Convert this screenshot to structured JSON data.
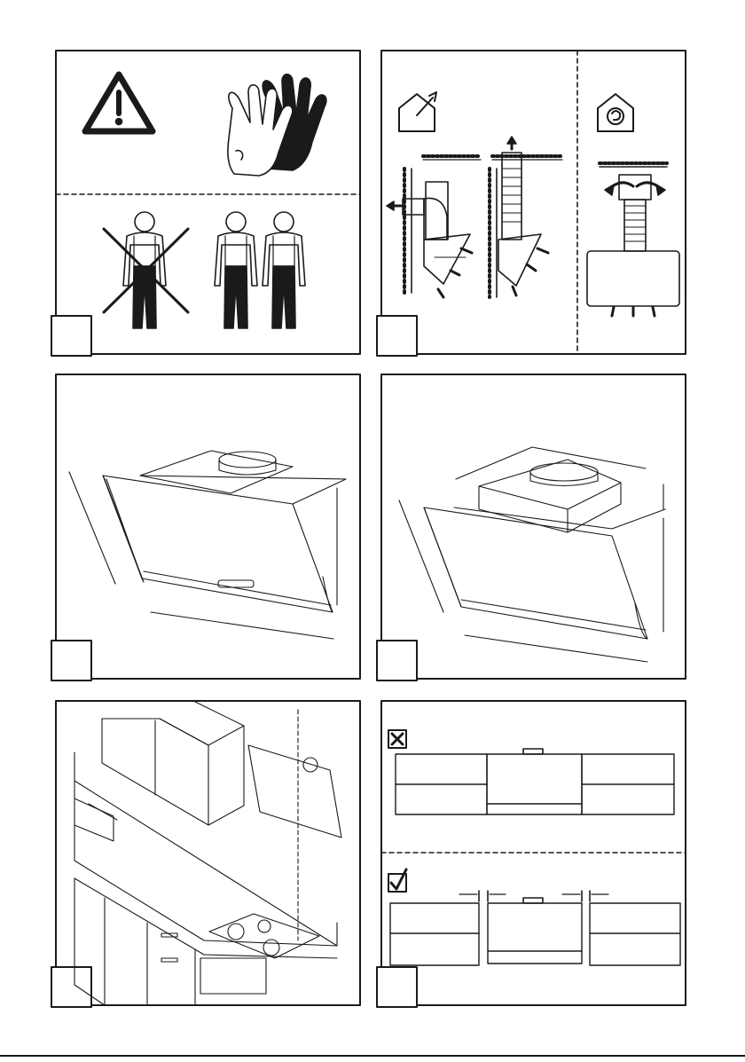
{
  "page": {
    "background": "#ffffff",
    "line_color": "#1a1a1a",
    "panel_count": 6
  },
  "panels": [
    {
      "id": "panel-1",
      "icons": [
        "warning-triangle-icon",
        "gloves-icon",
        "single-person-crossed-icon",
        "two-persons-icon"
      ]
    },
    {
      "id": "panel-2",
      "icons": [
        "ducted-extraction-house-icon",
        "recirculation-house-icon",
        "wall-duct-left-icon",
        "wall-duct-up-icon",
        "filter-recirculation-icon"
      ]
    },
    {
      "id": "panel-3",
      "icons": [
        "hood-dimensions-icon"
      ]
    },
    {
      "id": "panel-4",
      "icons": [
        "hood-with-box-dimensions-icon"
      ]
    },
    {
      "id": "panel-5",
      "icons": [
        "kitchen-installation-icon"
      ]
    },
    {
      "id": "panel-6",
      "icons": [
        "wrong-fit-cross-icon",
        "correct-fit-check-icon"
      ]
    }
  ]
}
